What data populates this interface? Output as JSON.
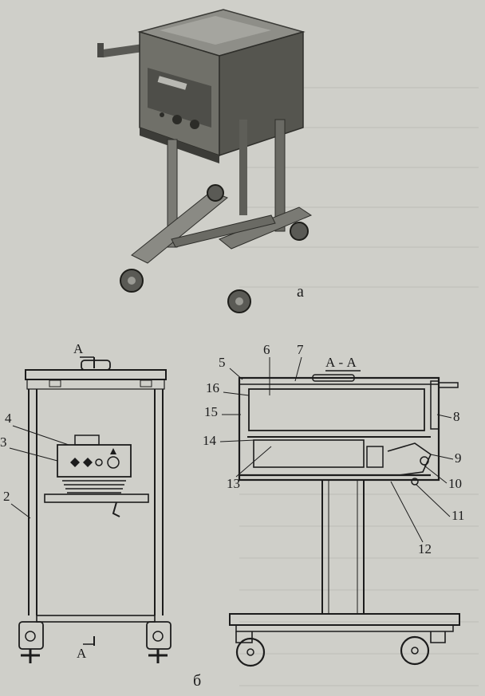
{
  "figure": {
    "caption_a": "а",
    "caption_b": "б",
    "section_mark": "А",
    "section_title": "А - А"
  },
  "callouts_front": [
    {
      "num": "4"
    },
    {
      "num": "3"
    },
    {
      "num": "2"
    }
  ],
  "callouts_section": [
    {
      "num": "5"
    },
    {
      "num": "6"
    },
    {
      "num": "7"
    },
    {
      "num": "16"
    },
    {
      "num": "15"
    },
    {
      "num": "8"
    },
    {
      "num": "14"
    },
    {
      "num": "9"
    },
    {
      "num": "13"
    },
    {
      "num": "10"
    },
    {
      "num": "11"
    },
    {
      "num": "12"
    }
  ],
  "colors": {
    "paper": "#cfcfc9",
    "ink": "#1c1c1c",
    "photo_dark": "#4a4a46",
    "photo_mid": "#8a8a84"
  }
}
